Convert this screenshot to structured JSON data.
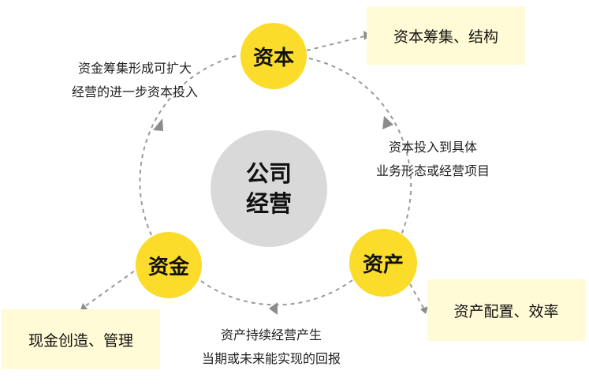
{
  "diagram": {
    "center": {
      "line1": "公司",
      "line2": "经营"
    },
    "nodes": {
      "capital": "资本",
      "assets": "资产",
      "funds": "资金"
    },
    "boxes": {
      "capital": "资本筹集、结构",
      "assets": "资产配置、效率",
      "funds": "现金创造、管理"
    },
    "captions": {
      "capital_to_assets": {
        "line1": "资本投入到具体",
        "line2": "业务形态或经营项目"
      },
      "assets_to_funds": {
        "line1": "资产持续经营产生",
        "line2": "当期或未来能实现的回报"
      },
      "funds_to_capital": {
        "line1": "资金筹集形成可扩大",
        "line2": "经营的进一步资本投入"
      }
    },
    "colors": {
      "yellow_node": "#fbdc2a",
      "center_node": "#d9d9d9",
      "box_fill": "#fffbd6",
      "connector": "#8c8c8c"
    }
  }
}
